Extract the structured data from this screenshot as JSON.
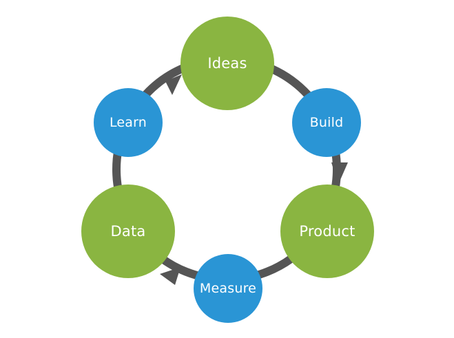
{
  "cycle": {
    "colors": {
      "green": "#8ab541",
      "blue": "#2a95d5",
      "arrow": "#555555",
      "text": "#ffffff"
    },
    "nodes": [
      {
        "id": "ideas",
        "label": "Ideas",
        "kind": "stage",
        "color": "green"
      },
      {
        "id": "build",
        "label": "Build",
        "kind": "step",
        "color": "blue"
      },
      {
        "id": "product",
        "label": "Product",
        "kind": "stage",
        "color": "green"
      },
      {
        "id": "measure",
        "label": "Measure",
        "kind": "step",
        "color": "blue"
      },
      {
        "id": "data",
        "label": "Data",
        "kind": "stage",
        "color": "green"
      },
      {
        "id": "learn",
        "label": "Learn",
        "kind": "step",
        "color": "blue"
      }
    ],
    "direction": "clockwise"
  }
}
